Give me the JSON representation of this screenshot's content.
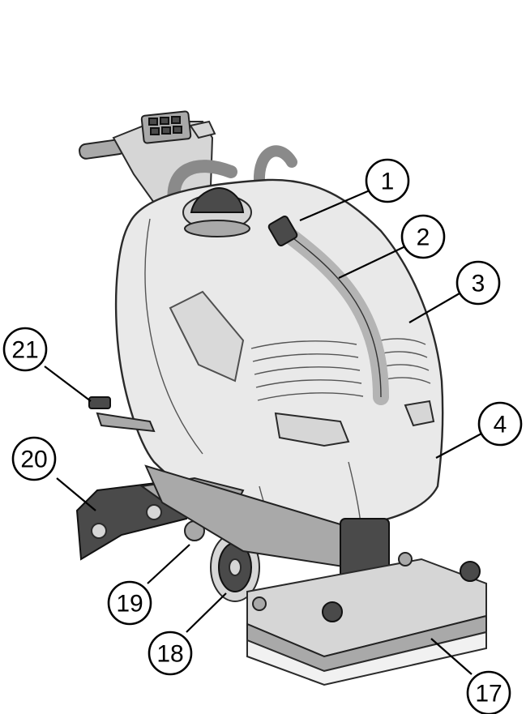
{
  "callouts": [
    {
      "id": "1",
      "label": "1"
    },
    {
      "id": "2",
      "label": "2"
    },
    {
      "id": "3",
      "label": "3"
    },
    {
      "id": "4",
      "label": "4"
    },
    {
      "id": "17",
      "label": "17"
    },
    {
      "id": "18",
      "label": "18"
    },
    {
      "id": "19",
      "label": "19"
    },
    {
      "id": "20",
      "label": "20"
    },
    {
      "id": "21",
      "label": "21"
    }
  ],
  "colors": {
    "line": "#000000",
    "body": "#e9e9e9",
    "shadow": "#a9a9a9",
    "dark_part": "#4a4a4a"
  }
}
